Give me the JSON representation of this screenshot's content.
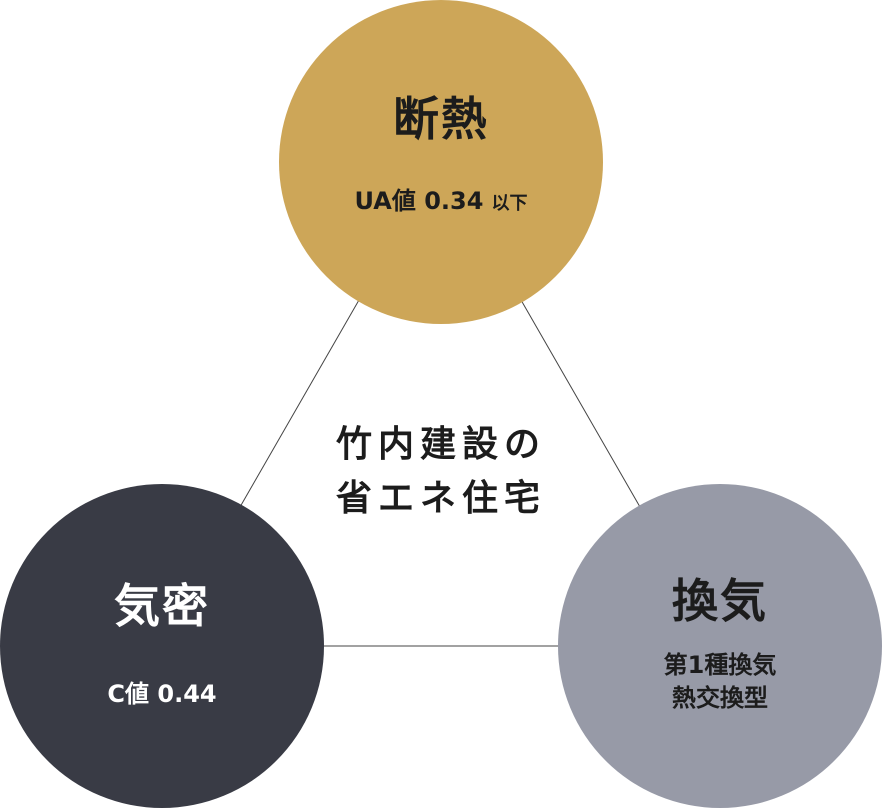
{
  "center": {
    "line1": "竹内建設の",
    "line2": "省エネ住宅"
  },
  "nodes": {
    "top": {
      "title": "断熱",
      "value": "UA値 0.34",
      "value_suffix": "以下",
      "color": "#cda658"
    },
    "left": {
      "title": "気密",
      "value": "C値 0.44",
      "color": "#393b45"
    },
    "right": {
      "title": "換気",
      "line1": "第1種換気",
      "line2": "熱交換型",
      "color": "#979aa7"
    }
  },
  "edge_color": "#444444"
}
